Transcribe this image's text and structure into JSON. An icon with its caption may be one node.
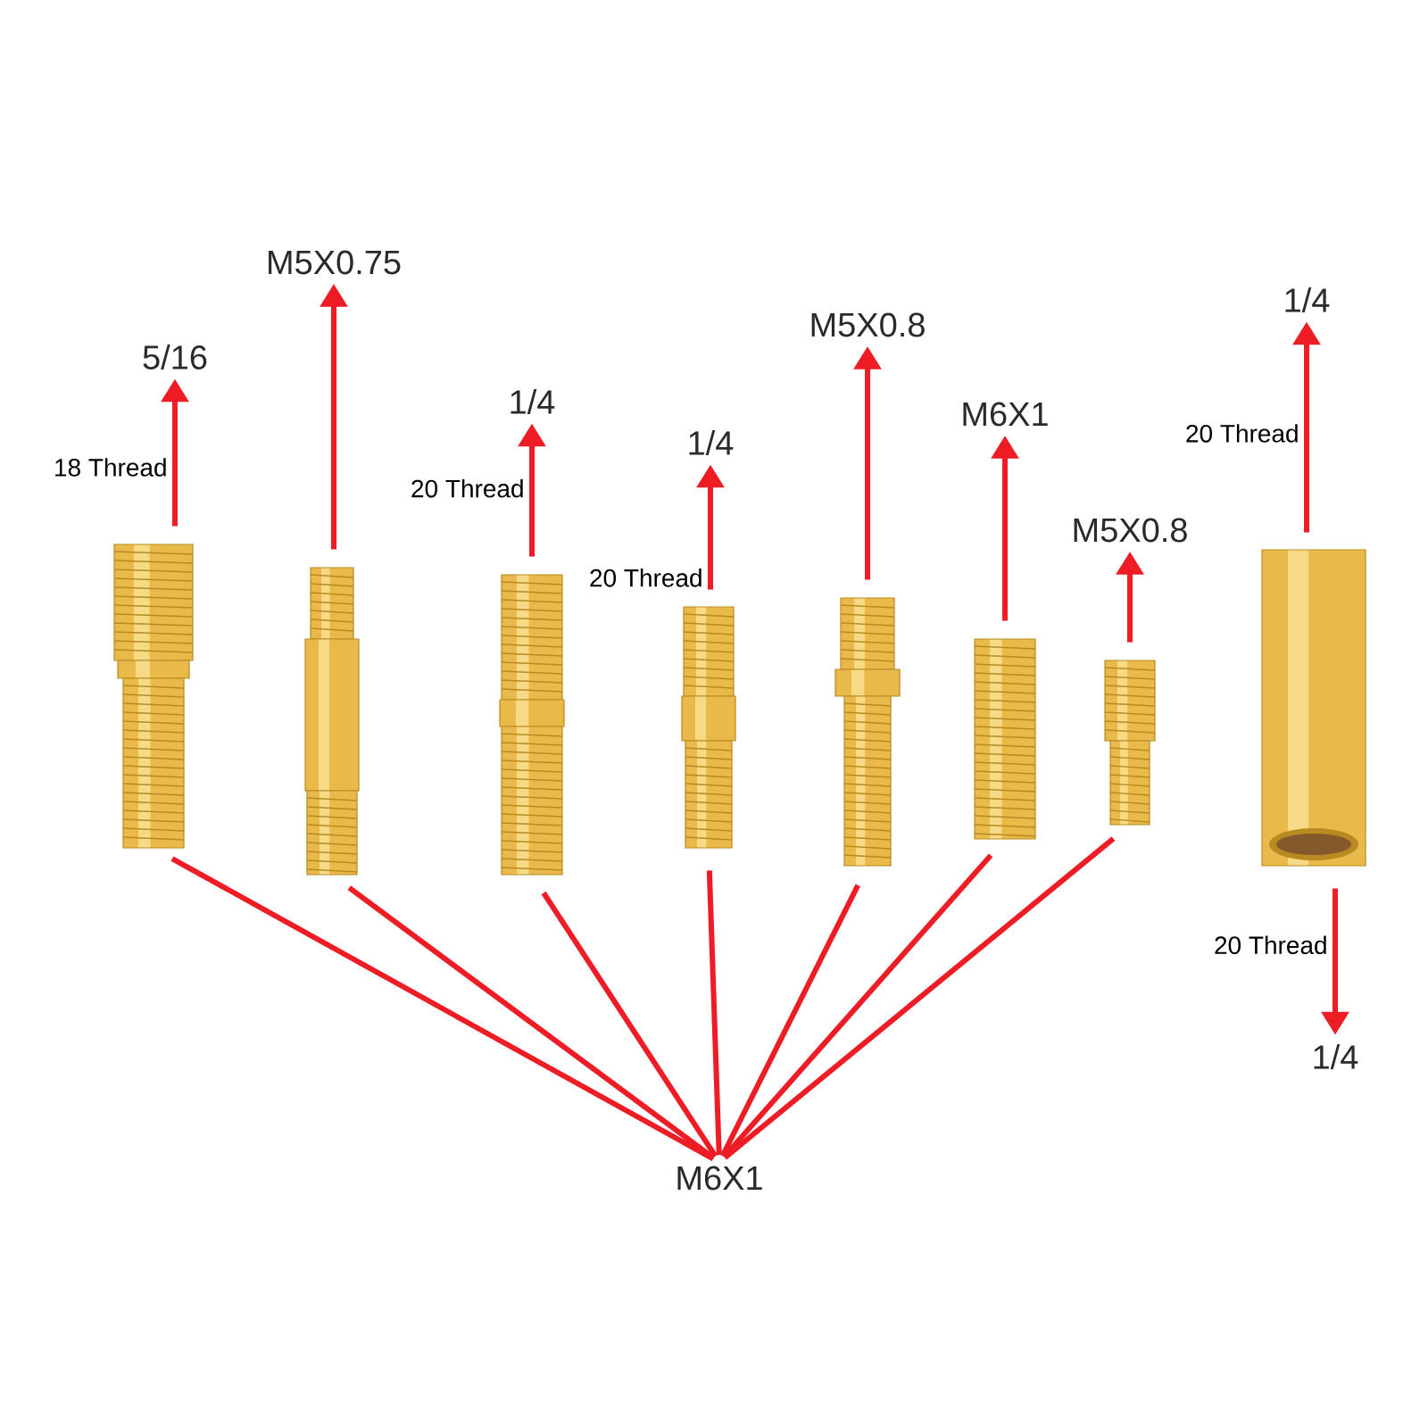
{
  "diagram": {
    "nodes": [
      {
        "text": [],
        "shape": "picture"
      },
      {
        "text": [],
        "shape": "picture"
      },
      {
        "text": [],
        "shape": "picture"
      },
      {
        "text": [],
        "shape": "picture"
      },
      {
        "text": [],
        "shape": "picture"
      },
      {
        "text": [],
        "shape": "picture"
      },
      {
        "text": [],
        "shape": "picture"
      },
      {
        "text": [],
        "shape": "picture"
      },
      {
        "text": [
          "5/16"
        ]
      },
      {
        "text": [
          "M5X0.75"
        ]
      },
      {
        "text": [
          "1/4"
        ]
      },
      {
        "text": [
          "1/4"
        ]
      },
      {
        "text": [
          "M5X0.8"
        ]
      },
      {
        "text": [
          "M6X1"
        ]
      },
      {
        "text": [
          "M5X0.8"
        ]
      },
      {
        "text": [
          "1/4"
        ]
      },
      {
        "text": [
          "M6X1"
        ]
      },
      {
        "text": [
          "1/4"
        ]
      }
    ],
    "edges": [
      {
        "from": 0,
        "to": 8,
        "arrow": "to",
        "label": "18 Thread"
      },
      {
        "from": 1,
        "to": 9,
        "arrow": "to"
      },
      {
        "from": 2,
        "to": 10,
        "arrow": "to",
        "label": "20 Thread"
      },
      {
        "from": 3,
        "to": 11,
        "arrow": "to",
        "label": "20 Thread"
      },
      {
        "from": 4,
        "to": 12,
        "arrow": "to"
      },
      {
        "from": 5,
        "to": 13,
        "arrow": "to"
      },
      {
        "from": 6,
        "to": 14,
        "arrow": "to"
      },
      {
        "from": 7,
        "to": 15,
        "arrow": "to",
        "label": "20 Thread"
      },
      {
        "from": 16,
        "to": 0,
        "arrow": "none"
      },
      {
        "from": 16,
        "to": 1,
        "arrow": "none"
      },
      {
        "from": 16,
        "to": 2,
        "arrow": "none"
      },
      {
        "from": 16,
        "to": 3,
        "arrow": "none"
      },
      {
        "from": 16,
        "to": 4,
        "arrow": "none"
      },
      {
        "from": 16,
        "to": 5,
        "arrow": "none"
      },
      {
        "from": 16,
        "to": 6,
        "arrow": "none"
      },
      {
        "from": 7,
        "to": 17,
        "arrow": "to",
        "label": "20 Thread"
      }
    ]
  }
}
